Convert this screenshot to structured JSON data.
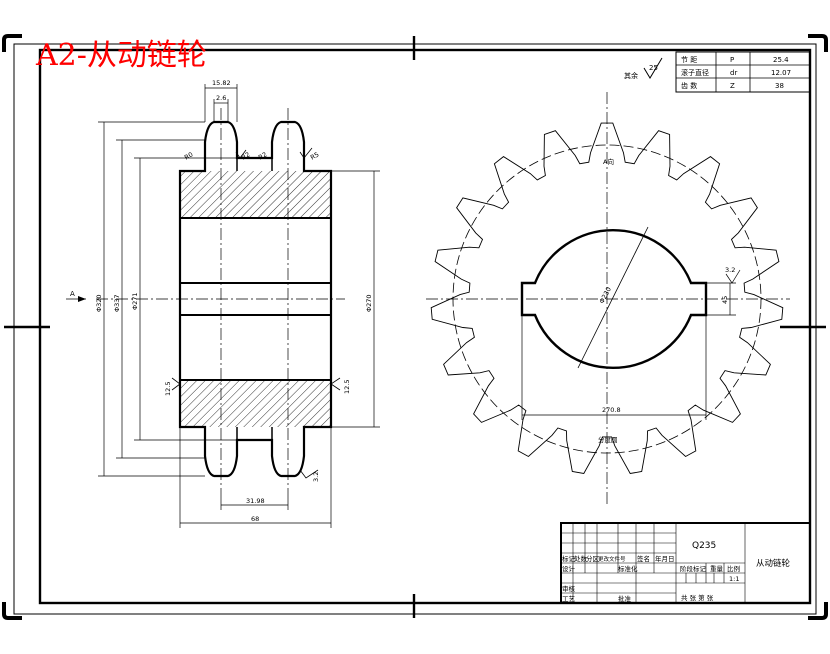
{
  "title": "A2-从动链轮",
  "params": {
    "rows": [
      {
        "name": "节 距",
        "symbol": "P",
        "value": "25.4"
      },
      {
        "name": "滚子直径",
        "symbol": "dr",
        "value": "12.07"
      },
      {
        "name": "齿 数",
        "symbol": "Z",
        "value": "38"
      }
    ]
  },
  "roughness_note": {
    "label": "其余",
    "value": "25"
  },
  "side_view": {
    "dims": {
      "tooth_top": "15.82",
      "tooth_tip": "2.6",
      "dia_outer": "Φ337",
      "dia_320": "Φ320",
      "dia_271": "Φ271",
      "dia_270": "Φ270",
      "pitch_3198": "31.98",
      "width": "68",
      "chamfer_a": "R0",
      "chamfer_b": "R2",
      "chamfer_c": "R2",
      "chamfer_d": "R5",
      "rough_left": "12.5",
      "rough_right": "12.5",
      "rough_bottom": "3.2",
      "section_mark": "A"
    }
  },
  "front_view": {
    "dims": {
      "label_a": "A向",
      "bore": "Φ230",
      "key_width": "45",
      "key_rough": "3.2",
      "key_depth": "270.8",
      "pitch_circle": "分度圆"
    }
  },
  "title_block": {
    "material": "Q235",
    "part_name": "从动链轮",
    "row_labels": [
      "标记",
      "处数",
      "分区",
      "更改文件号",
      "签名",
      "年月日"
    ],
    "design": "设计",
    "standardize": "标准化",
    "stage_mark": "阶段标记",
    "weight": "重量",
    "scale": "比例",
    "scale_value": "1:1",
    "review": "审核",
    "process": "工艺",
    "approve": "批准",
    "sheets": "共 张 第 张"
  }
}
